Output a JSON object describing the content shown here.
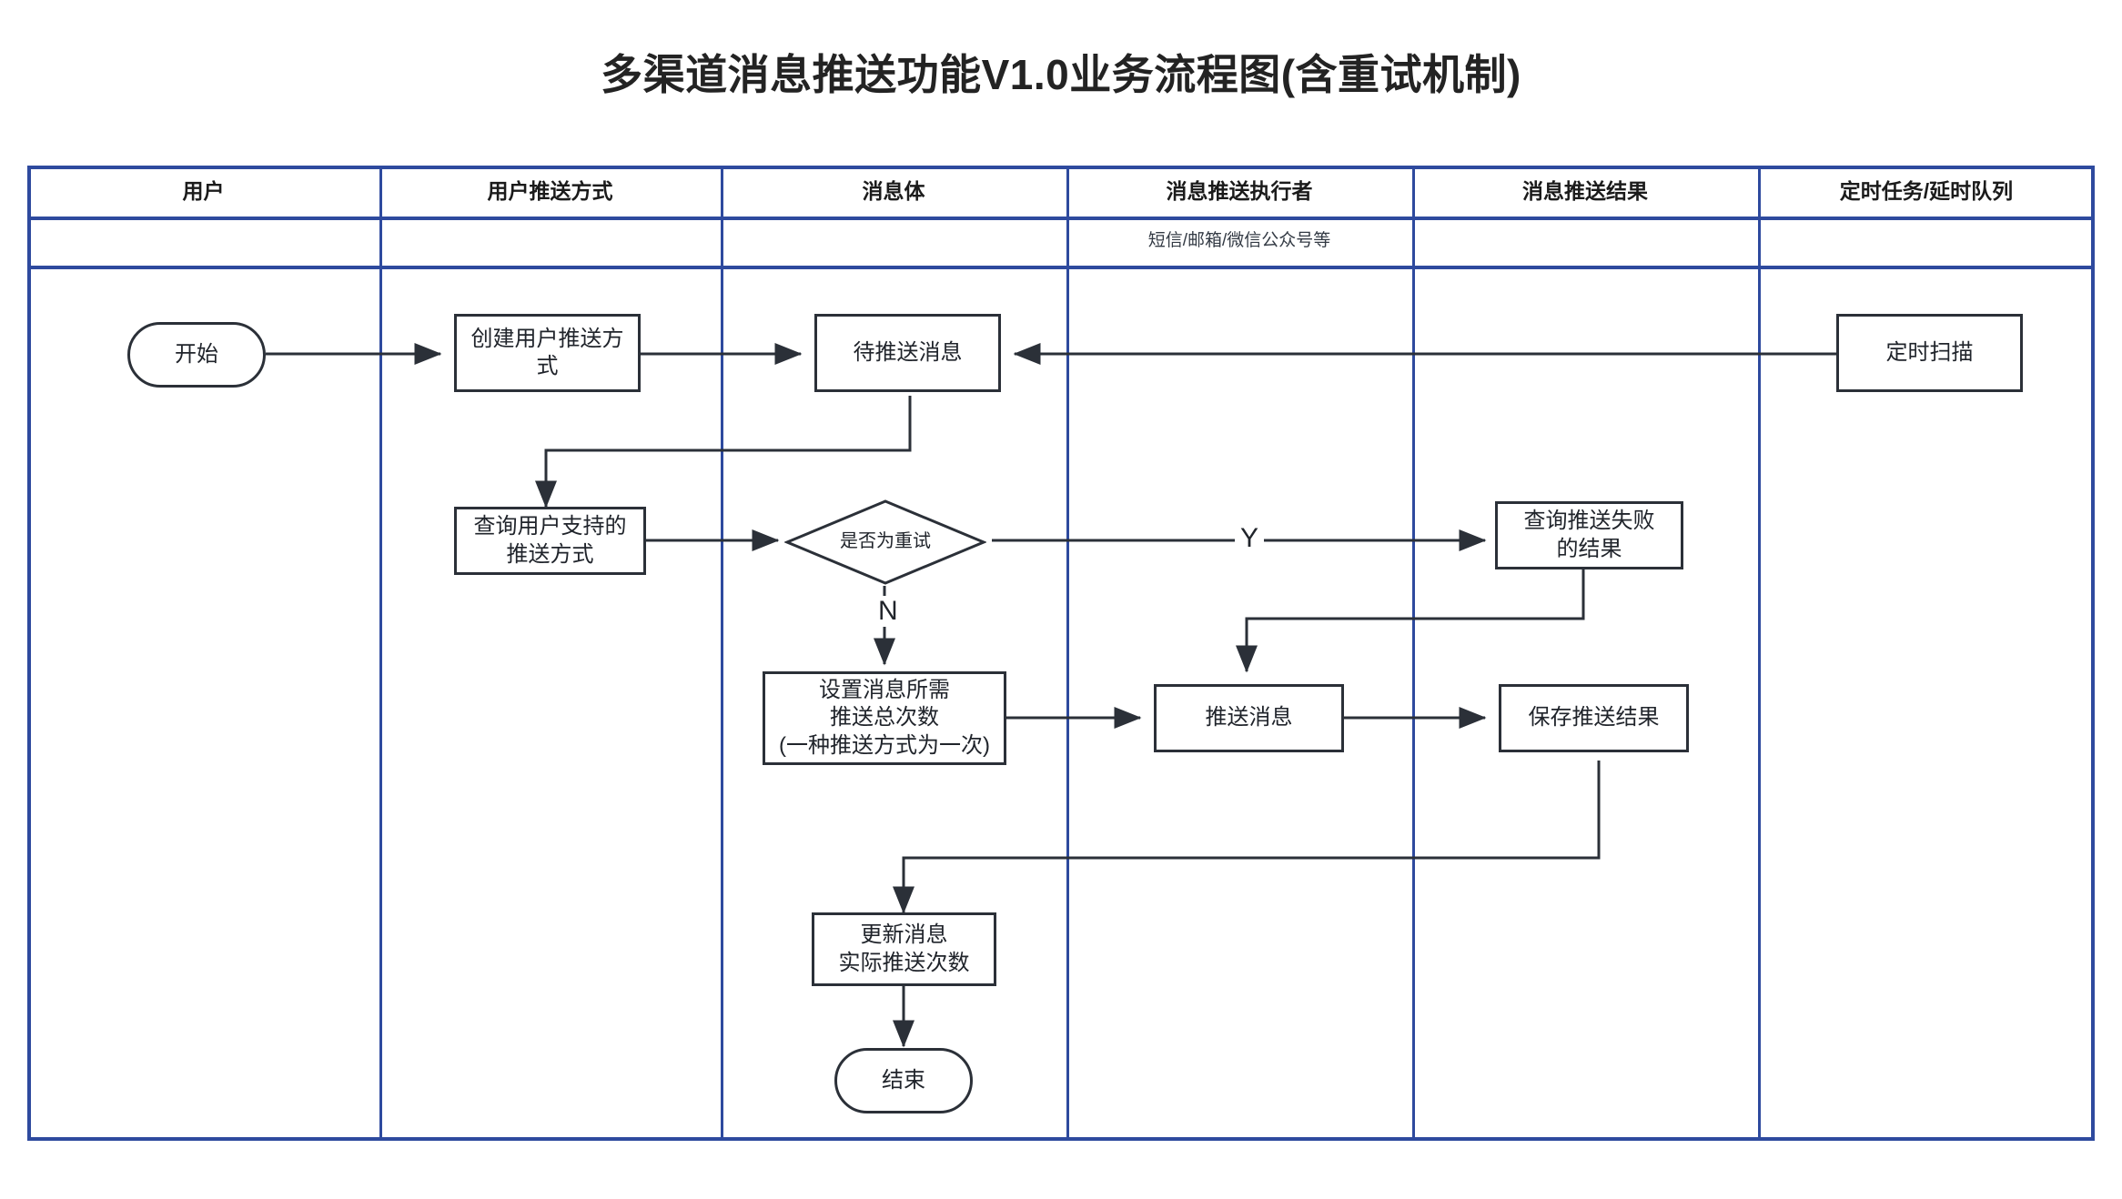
{
  "title": "多渠道消息推送功能V1.0业务流程图(含重试机制)",
  "colors": {
    "lane_border": "#2E4A9E",
    "node_border": "#2b3038",
    "node_fill": "#ffffff",
    "text": "#20242b",
    "background": "#ffffff"
  },
  "swimlane": {
    "lanes": [
      {
        "header": "用户",
        "sub": ""
      },
      {
        "header": "用户推送方式",
        "sub": ""
      },
      {
        "header": "消息体",
        "sub": ""
      },
      {
        "header": "消息推送执行者",
        "sub": "短信/邮箱/微信公众号等"
      },
      {
        "header": "消息推送结果",
        "sub": ""
      },
      {
        "header": "定时任务/延时队列",
        "sub": ""
      }
    ]
  },
  "chart_data": {
    "type": "diagram",
    "diagram_kind": "swimlane-flowchart",
    "title": "多渠道消息推送功能V1.0业务流程图(含重试机制)",
    "lanes": [
      "用户",
      "用户推送方式",
      "消息体",
      "消息推送执行者",
      "消息推送结果",
      "定时任务/延时队列"
    ],
    "nodes": [
      {
        "id": "start",
        "label": "开始",
        "shape": "terminal",
        "lane": "用户"
      },
      {
        "id": "create-push-method",
        "label": "创建用户推送方\n式",
        "shape": "process",
        "lane": "用户推送方式"
      },
      {
        "id": "pending-message",
        "label": "待推送消息",
        "shape": "process",
        "lane": "消息体"
      },
      {
        "id": "scheduled-scan",
        "label": "定时扫描",
        "shape": "process",
        "lane": "定时任务/延时队列"
      },
      {
        "id": "query-supported-methods",
        "label": "查询用户支持的\n推送方式",
        "shape": "process",
        "lane": "用户推送方式"
      },
      {
        "id": "is-retry",
        "label": "是否为重试",
        "shape": "decision",
        "lane": "消息体"
      },
      {
        "id": "query-failed-results",
        "label": "查询推送失败\n的结果",
        "shape": "process",
        "lane": "消息推送结果"
      },
      {
        "id": "set-total-push-count",
        "label": "设置消息所需\n推送总次数\n(一种推送方式为一次)",
        "shape": "process",
        "lane": "消息体"
      },
      {
        "id": "push-message",
        "label": "推送消息",
        "shape": "process",
        "lane": "消息推送执行者"
      },
      {
        "id": "save-push-result",
        "label": "保存推送结果",
        "shape": "process",
        "lane": "消息推送结果"
      },
      {
        "id": "update-actual-count",
        "label": "更新消息\n实际推送次数",
        "shape": "process",
        "lane": "消息体"
      },
      {
        "id": "end",
        "label": "结束",
        "shape": "terminal",
        "lane": "消息体"
      }
    ],
    "edges": [
      {
        "from": "start",
        "to": "create-push-method",
        "label": ""
      },
      {
        "from": "create-push-method",
        "to": "pending-message",
        "label": ""
      },
      {
        "from": "scheduled-scan",
        "to": "pending-message",
        "label": ""
      },
      {
        "from": "pending-message",
        "to": "query-supported-methods",
        "label": ""
      },
      {
        "from": "query-supported-methods",
        "to": "is-retry",
        "label": ""
      },
      {
        "from": "is-retry",
        "to": "query-failed-results",
        "label": "Y"
      },
      {
        "from": "is-retry",
        "to": "set-total-push-count",
        "label": "N"
      },
      {
        "from": "query-failed-results",
        "to": "push-message",
        "label": ""
      },
      {
        "from": "set-total-push-count",
        "to": "push-message",
        "label": ""
      },
      {
        "from": "push-message",
        "to": "save-push-result",
        "label": ""
      },
      {
        "from": "save-push-result",
        "to": "update-actual-count",
        "label": ""
      },
      {
        "from": "update-actual-count",
        "to": "end",
        "label": ""
      }
    ]
  },
  "nodes": {
    "start": "开始",
    "create_push_method": "创建用户推送方\n式",
    "pending_message": "待推送消息",
    "scheduled_scan": "定时扫描",
    "query_supported_methods": "查询用户支持的\n推送方式",
    "is_retry": "是否为重试",
    "query_failed_results": "查询推送失败\n的结果",
    "set_total_push_count": "设置消息所需\n推送总次数\n(一种推送方式为一次)",
    "push_message": "推送消息",
    "save_push_result": "保存推送结果",
    "update_actual_count": "更新消息\n实际推送次数",
    "end": "结束"
  },
  "edge_labels": {
    "yes": "Y",
    "no": "N"
  }
}
